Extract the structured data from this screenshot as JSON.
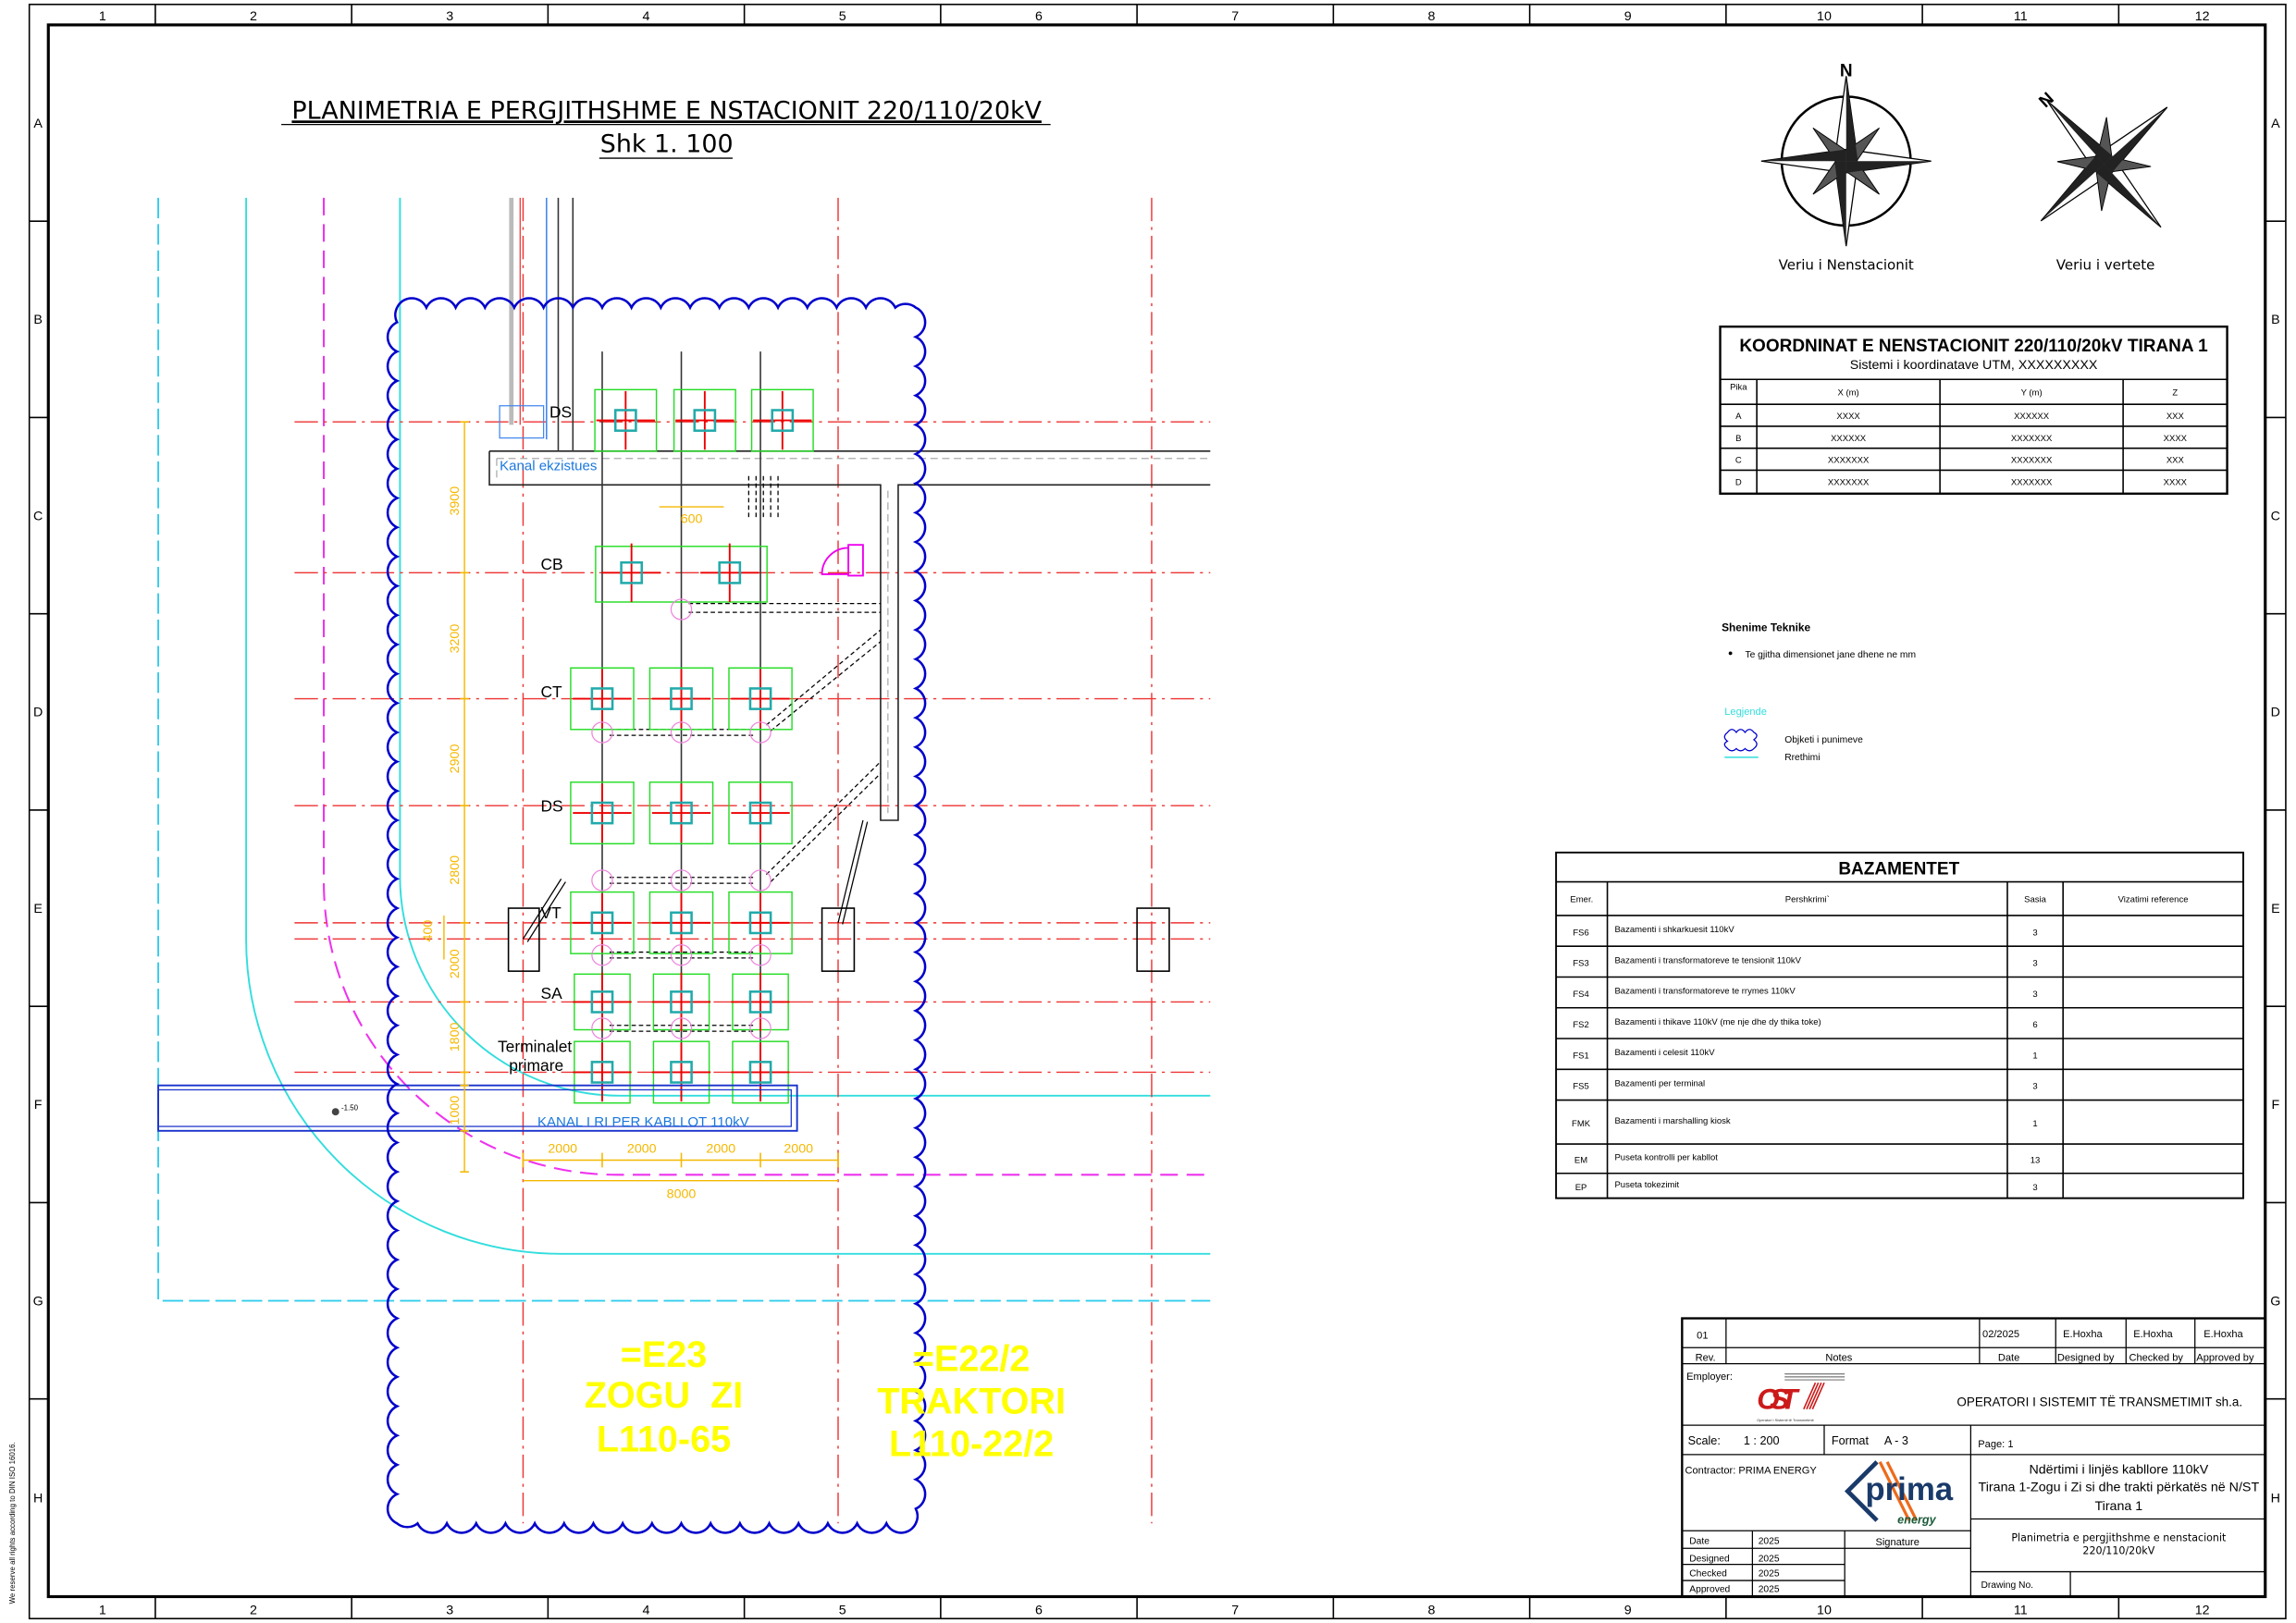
{
  "drawing": {
    "title": "PLANIMETRIA E PERGJITHSHME E NSTACIONIT 220/110/20kV",
    "scale": "Shk 1. 100",
    "margin_note": "We reserve all rights according to DIN ISO 16016.",
    "ruler_columns": [
      "1",
      "2",
      "3",
      "4",
      "5",
      "6",
      "7",
      "8",
      "9",
      "10",
      "11",
      "12"
    ],
    "ruler_rows": [
      "A",
      "B",
      "C",
      "D",
      "E",
      "F",
      "G",
      "H"
    ],
    "equipment_labels": {
      "ds_top": "DS",
      "cb": "CB",
      "ct": "CT",
      "ds": "DS",
      "vt": "VT",
      "sa": "SA",
      "terminal_1": "Terminalet",
      "terminal_2": "primare"
    },
    "channel_existing": "Kanal ekzistues",
    "channel_new": "KANAL I RI PER KABLLOT 110kV",
    "elevation": "-1.50",
    "dimensions": {
      "vertical": [
        "3900",
        "3200",
        "2900",
        "2800",
        "2000",
        "1800",
        "1000"
      ],
      "small": "400",
      "spacing": "600",
      "horizontal": [
        "2000",
        "2000",
        "2000",
        "2000"
      ],
      "total": "8000"
    },
    "bays": [
      {
        "code": "=E23",
        "name": "ZOGU  ZI",
        "line": "L110-65"
      },
      {
        "code": "=E22/2",
        "name": "TRAKTORI",
        "line": "L110-22/2"
      }
    ]
  },
  "compass": {
    "substation_north": {
      "letter": "N",
      "label": "Veriu i Nenstacionit"
    },
    "true_north": {
      "letter": "N",
      "label": "Veriu i vertete"
    }
  },
  "coordinates_table": {
    "title": "KOORDNINAT E NENSTACIONIT 220/110/20kV TIRANA 1",
    "subtitle": "Sistemi i koordinatave UTM, XXXXXXXXX",
    "headers": [
      "Pika",
      "X (m)",
      "Y (m)",
      "Z"
    ],
    "rows": [
      [
        "A",
        "XXXX",
        "XXXXXX",
        "XXX"
      ],
      [
        "B",
        "XXXXXX",
        "XXXXXXX",
        "XXXX"
      ],
      [
        "C",
        "XXXXXXX",
        "XXXXXXX",
        "XXX"
      ],
      [
        "D",
        "XXXXXXX",
        "XXXXXXX",
        "XXXX"
      ]
    ]
  },
  "notes": {
    "heading": "Shenime Teknike",
    "items": [
      "Te gjitha dimensionet jane dhene ne mm"
    ]
  },
  "legend": {
    "heading": "Legjende",
    "items": [
      "Objketi i punimeve",
      "Rrethimi"
    ],
    "colors": {
      "cloud": "#0000cc",
      "fence": "#33dddd"
    }
  },
  "foundations_table": {
    "title": "BAZAMENTET",
    "headers": [
      "Emer.",
      "Pershkrimi`",
      "Sasia",
      "Vizatimi reference"
    ],
    "rows": [
      [
        "FS6",
        "Bazamenti i shkarkuesit 110kV",
        "3",
        ""
      ],
      [
        "FS3",
        "Bazamenti i transformatoreve te tensionit 110kV",
        "3",
        ""
      ],
      [
        "FS4",
        "Bazamenti i transformatoreve te rrymes 110kV",
        "3",
        ""
      ],
      [
        "FS2",
        "Bazamenti i thikave 110kV (me nje dhe dy thika toke)",
        "6",
        ""
      ],
      [
        "FS1",
        "Bazamenti i celesit 110kV",
        "1",
        ""
      ],
      [
        "FS5",
        "Bazamenti per terminal",
        "3",
        ""
      ],
      [
        "FMK",
        "Bazamenti i marshalling kiosk",
        "1",
        ""
      ],
      [
        "EM",
        "Puseta kontrolli per kabllot",
        "13",
        ""
      ],
      [
        "EP",
        "Puseta tokezimit",
        "3",
        ""
      ]
    ]
  },
  "title_block": {
    "rev": "01",
    "notes": "",
    "date": "02/2025",
    "designed_by": "E.Hoxha",
    "checked_by": "E.Hoxha",
    "approved_by": "E.Hoxha",
    "hdr_rev": "Rev.",
    "hdr_notes": "Notes",
    "hdr_date": "Date",
    "hdr_designed": "Designed by",
    "hdr_checked": "Checked by",
    "hdr_approved": "Approved by",
    "employer_label": "Employer:",
    "employer_logo": "OST",
    "employer_logo_sub": "Operatori i Sistemit të Transmetimit",
    "employer_name": "OPERATORI I SISTEMIT TË TRANSMETIMIT sh.a.",
    "scale_label": "Scale:",
    "scale_value": "1 : 200",
    "format_label": "Format",
    "format_value": "A - 3",
    "page": "Page: 1",
    "contractor": "Contractor: PRIMA ENERGY",
    "contractor_logo": "prima",
    "contractor_logo_sub": "energy",
    "project_line1": "Ndërtimi i linjës kabllore 110kV",
    "project_line2": "Tirana 1-Zogu i Zi si dhe trakti përkatës në N/ST",
    "project_line3": "Tirana 1",
    "sheet_line1": "Planimetria e pergjithshme e nenstacionit",
    "sheet_line2": "220/110/20kV",
    "drawing_no_label": "Drawing No.",
    "signature_label": "Signature",
    "date_rows": [
      [
        "Date",
        "2025"
      ],
      [
        "Designed",
        "2025"
      ],
      [
        "Checked",
        "2025"
      ],
      [
        "Approved",
        "2025"
      ]
    ]
  }
}
